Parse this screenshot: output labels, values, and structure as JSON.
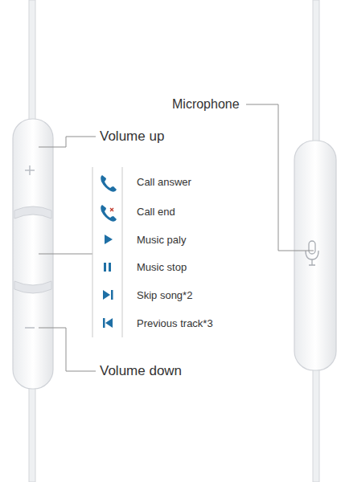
{
  "diagram": {
    "labels": [
      "Microphone",
      "Volume up",
      "Call answer",
      "Call end",
      "Music paly",
      "Music stop",
      "Skip song*2",
      "Previous track*3",
      "Volume down"
    ]
  }
}
